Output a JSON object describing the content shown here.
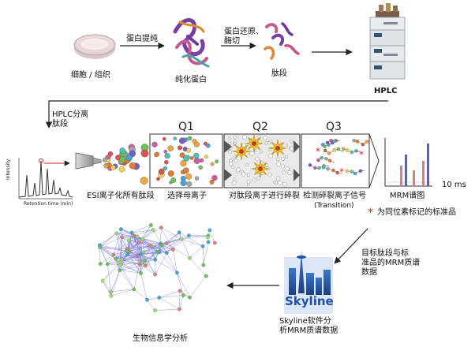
{
  "steps": {
    "cells": "细胞 / 组织",
    "arrow_extract": "蛋白提纯",
    "purified_protein": "纯化蛋白",
    "arrow_digest_l1": "蛋白还原、",
    "arrow_digest_l2": "酶切",
    "peptides": "肽段",
    "hplc": "HPLC",
    "hplc_sep_l1": "HPLC分离",
    "hplc_sep_l2": "肽段",
    "esi": "ESI离子化所有肽段",
    "q1": "Q1",
    "q2": "Q2",
    "q3": "Q3",
    "select_parent": "选择母离子",
    "fragment": "对肽段离子进行碎裂",
    "detect_l1": "检测碎裂离子信号",
    "detect_l2": "(Transition)",
    "mrm_spectrum": "MRM谱图",
    "time_label": "10 ms",
    "legend_star": "*",
    "legend_text": "为同位素标记的标准品",
    "target_l1": "目标肽段与标",
    "target_l2": "准品的MRM质谱",
    "target_l3": "数据",
    "skyline_logo": "Skyline",
    "skyline_l1": "Skyline软件分",
    "skyline_l2": "析MRM质谱数据",
    "bioinfo": "生物信息学分析",
    "chrom_ylabel": "Intensity",
    "chrom_xlabel": "Retention time (min)"
  },
  "colors": {
    "arrow": "#222222",
    "red": "#d62a2a",
    "pink": "#e07a8e",
    "blue": "#5a5fc8",
    "network": "#6a6ad8",
    "skyline_blue": "#1f4fa8"
  }
}
